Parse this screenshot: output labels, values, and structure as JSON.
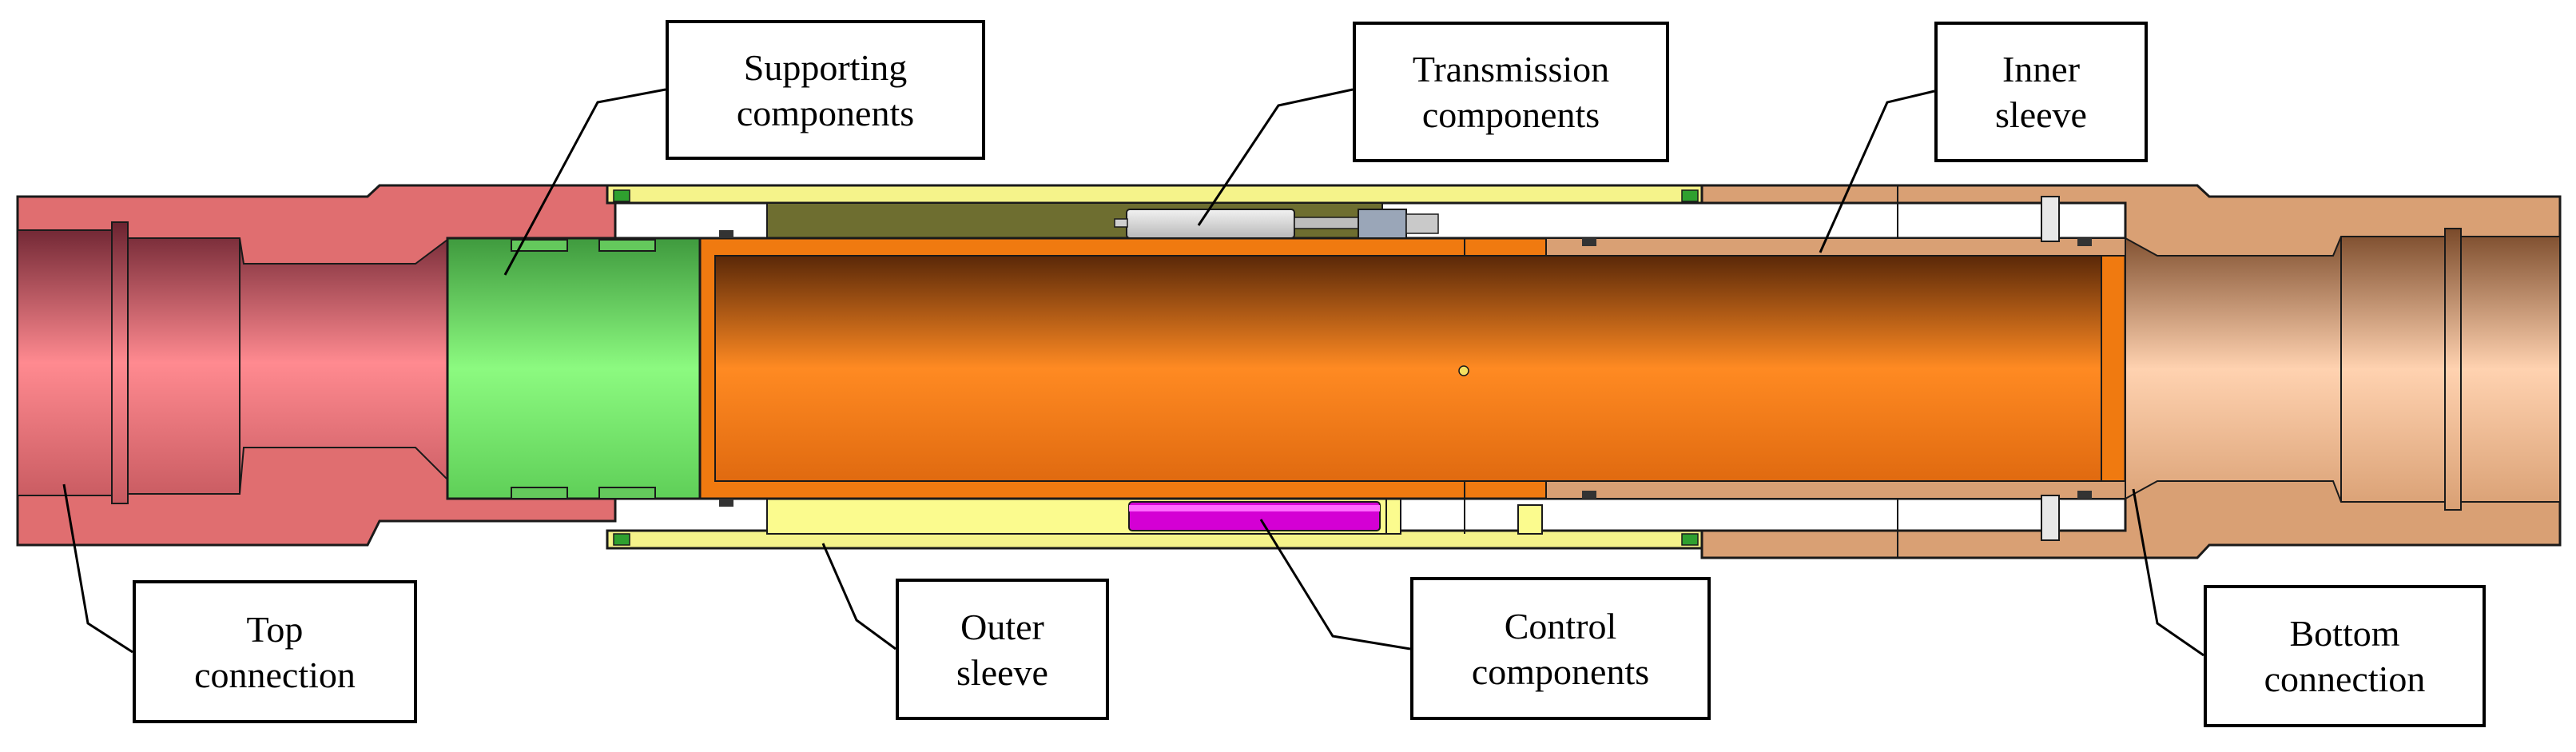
{
  "labels": {
    "supporting": {
      "line1": "Supporting",
      "line2": "components"
    },
    "transmission": {
      "line1": "Transmission",
      "line2": "components"
    },
    "inner_sleeve": {
      "line1": "Inner",
      "line2": "sleeve"
    },
    "top_connection": {
      "line1": "Top",
      "line2": "connection"
    },
    "outer_sleeve": {
      "line1": "Outer",
      "line2": "sleeve"
    },
    "control": {
      "line1": "Control",
      "line2": "components"
    },
    "bottom_connection": {
      "line1": "Bottom",
      "line2": "connection"
    }
  },
  "colors": {
    "top_connection": "#e06e70",
    "supporting": "#7ce06e",
    "inner_sleeve": "#f07a10",
    "outer_sleeve": "#f5f38a",
    "control": "#d400d4",
    "transmission": "#d8d8d8",
    "bottom_connection": "#d9a074",
    "outline": "#1a1a1a"
  }
}
